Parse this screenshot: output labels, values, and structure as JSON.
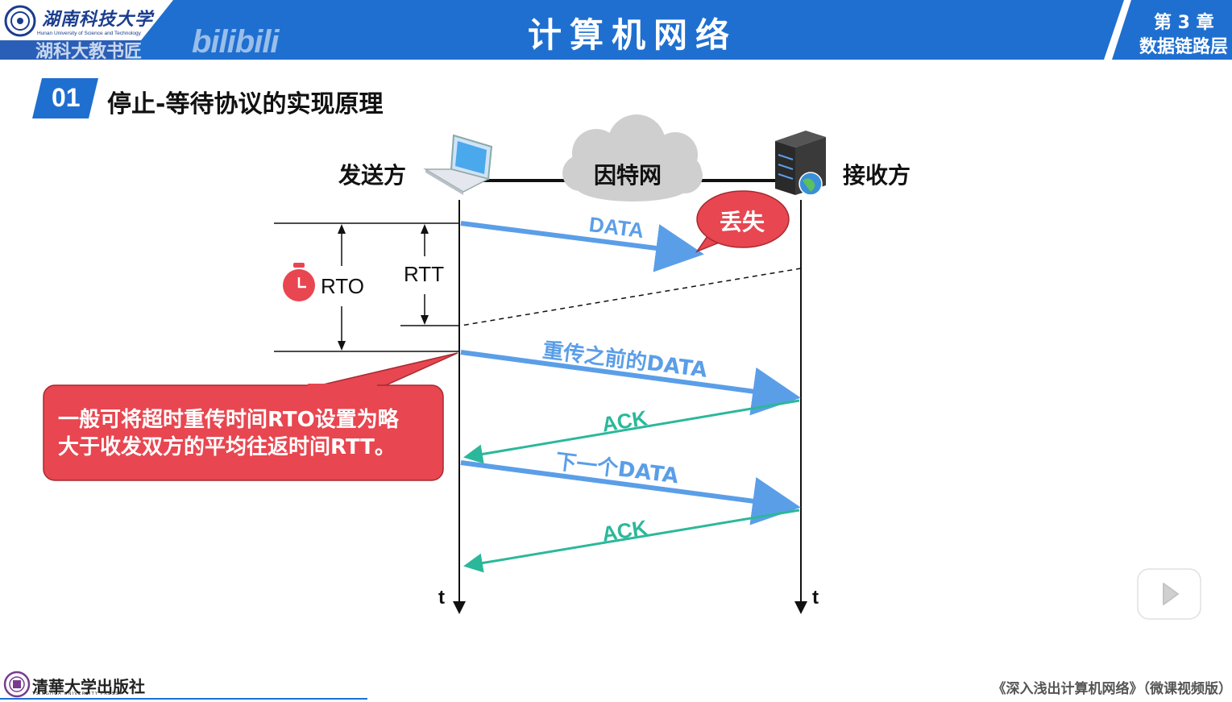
{
  "header": {
    "university_cn": "湖南科技大学",
    "university_en": "Hunan University of Science and Technology",
    "watermark_text": "湖科大教书匠",
    "watermark_brand": "bilibili",
    "course_title": "计算机网络",
    "chapter_no": "第 3 章",
    "chapter_name": "数据链路层"
  },
  "section": {
    "number": "01",
    "title": "停止-等待协议的实现原理"
  },
  "diagram": {
    "sender_label": "发送方",
    "internet_label": "因特网",
    "receiver_label": "接收方",
    "lost_label": "丢失",
    "rto_label": "RTO",
    "rtt_label": "RTT",
    "messages": [
      "DATA",
      "重传之前的DATA",
      "ACK",
      "下一个DATA",
      "ACK"
    ],
    "time_axis_label": "t",
    "callout_line1": "一般可将超时重传时间RTO设置为略",
    "callout_line2": "大于收发双方的平均往返时间RTT。",
    "colors": {
      "data_arrow": "#5b9ee8",
      "ack_arrow": "#2bb89a",
      "callout": "#e84650",
      "header": "#1f6fd0"
    }
  },
  "footer": {
    "press_cn": "清華大学出版社",
    "press_en": "TSINGHUA UNIVERSITY PRESS",
    "book_title": "《深入浅出计算机网络》（微课视频版）"
  }
}
